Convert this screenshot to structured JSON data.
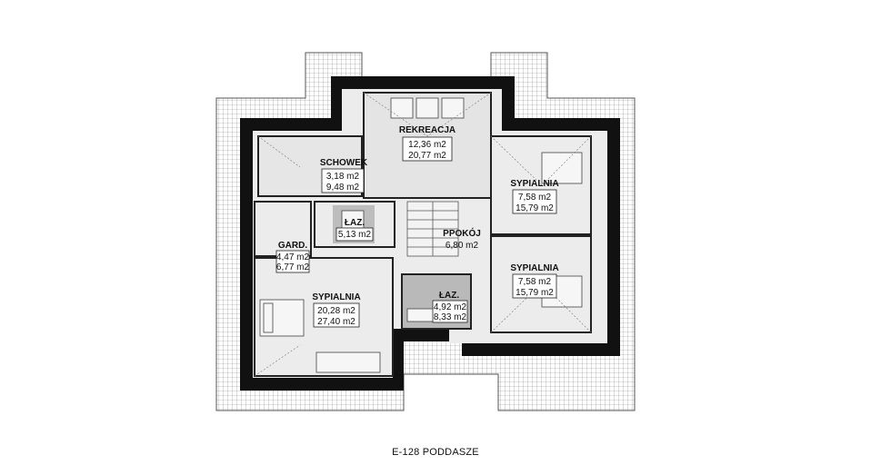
{
  "caption": "E-128 PODDASZE",
  "rooms": {
    "rekreacja": {
      "name": "REKREACJA",
      "area1": "12,36 m2",
      "area2": "20,77 m2"
    },
    "schowek": {
      "name": "SCHOWEK",
      "area1": "3,18 m2",
      "area2": "9,48 m2"
    },
    "sypialnia_ne": {
      "name": "SYPIALNIA",
      "area1": "7,58 m2",
      "area2": "15,79 m2"
    },
    "lazienka_top": {
      "name": "ŁAZ.",
      "area1": "5,13 m2"
    },
    "ppokoj": {
      "name": "PPOKÓJ",
      "area1": "6,80 m2"
    },
    "gard": {
      "name": "GARD.",
      "area1": "4,47 m2",
      "area2": "6,77 m2"
    },
    "sypialnia_se": {
      "name": "SYPIALNIA",
      "area1": "7,58 m2",
      "area2": "15,79 m2"
    },
    "lazienka_bottom": {
      "name": "ŁAZ.",
      "area1": "4,92 m2",
      "area2": "8,33 m2"
    },
    "sypialnia_main": {
      "name": "SYPIALNIA",
      "area1": "20,28 m2",
      "area2": "27,40 m2"
    }
  },
  "colors": {
    "wall": "#111111",
    "roof": "#ffffff",
    "roof_hatch": "#777777",
    "floor": "#e6e6e6",
    "bath": "#b8b8b8"
  }
}
